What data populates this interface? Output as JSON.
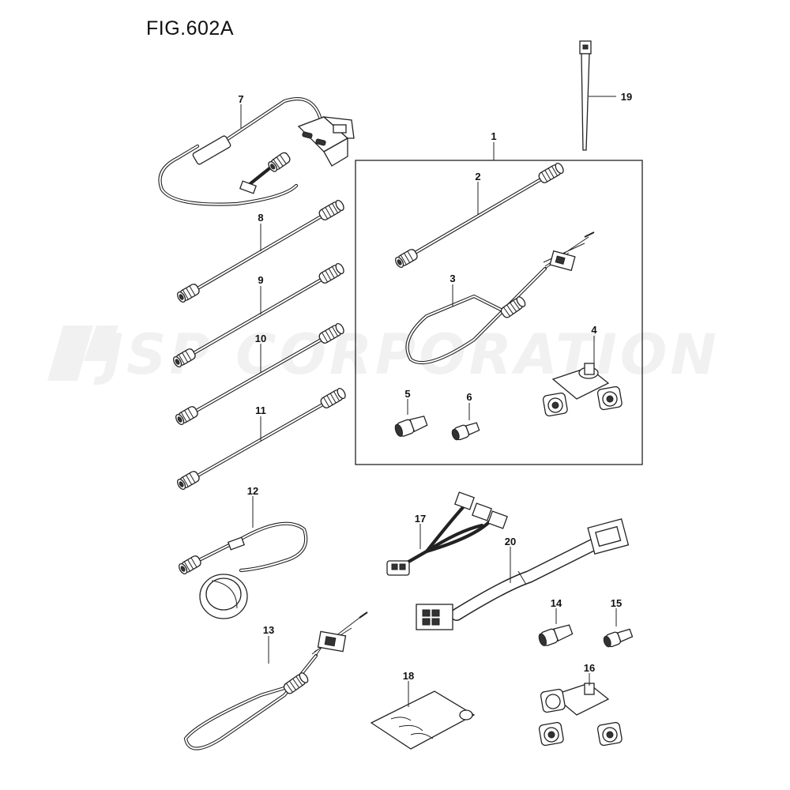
{
  "figure": {
    "title": "FIG.602A"
  },
  "watermark": {
    "text": "JSP CORPORATION"
  },
  "callouts": [
    "1",
    "2",
    "3",
    "4",
    "5",
    "6",
    "7",
    "8",
    "9",
    "10",
    "11",
    "12",
    "13",
    "14",
    "15",
    "16",
    "17",
    "18",
    "19",
    "20"
  ]
}
